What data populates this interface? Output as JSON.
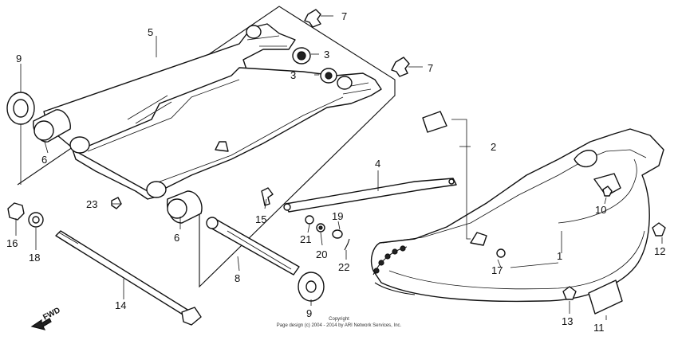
{
  "labels": {
    "p1": "1",
    "p2": "2",
    "p3a": "3",
    "p3b": "3",
    "p4": "4",
    "p5": "5",
    "p6a": "6",
    "p6b": "6",
    "p7a": "7",
    "p7b": "7",
    "p8": "8",
    "p9a": "9",
    "p9b": "9",
    "p10": "10",
    "p11": "11",
    "p12": "12",
    "p13": "13",
    "p14": "14",
    "p15": "15",
    "p16": "16",
    "p17": "17",
    "p18": "18",
    "p19": "19",
    "p20": "20",
    "p21": "21",
    "p22": "22",
    "p23": "23"
  },
  "direction_label": "FWD",
  "copyright": {
    "line1": "Copyright",
    "line2": "Page design (c) 2004 - 2014 by ARI Network Services, Inc."
  }
}
